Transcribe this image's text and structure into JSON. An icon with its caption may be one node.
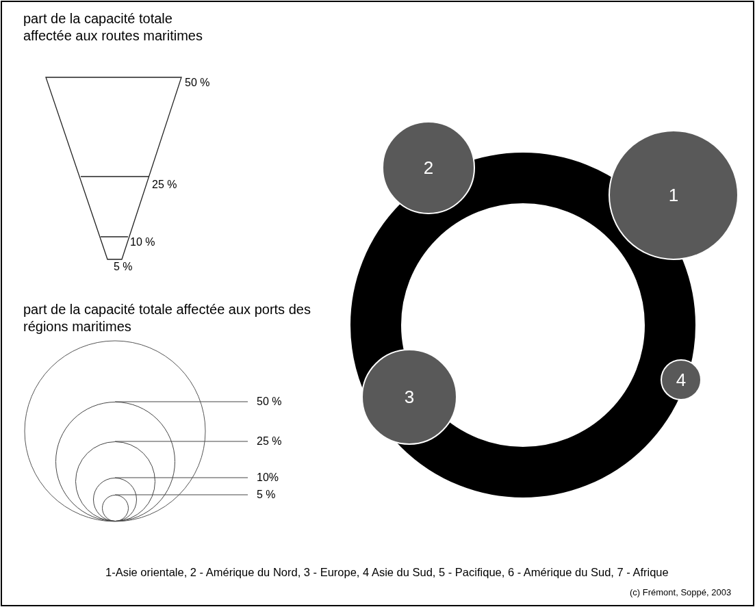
{
  "diagram": {
    "nodes": [
      {
        "text": [
          "2"
        ]
      },
      {
        "text": [
          "1"
        ]
      },
      {
        "text": [
          "4"
        ]
      },
      {
        "text": [
          "3"
        ]
      },
      {
        "text": [
          "50 %"
        ]
      },
      {
        "text": [
          "25 %"
        ]
      },
      {
        "text": [
          "10%"
        ]
      },
      {
        "text": [
          "5 %"
        ]
      },
      {
        "text": [],
        "shape": "circle"
      },
      {
        "text": [],
        "shape": "circle",
        "in": 8
      },
      {
        "text": [],
        "shape": "circle",
        "in": 9
      },
      {
        "text": [],
        "shape": "circle",
        "in": 10
      }
    ],
    "edges": [
      {
        "from": 4,
        "to": 8,
        "arrow": "none"
      },
      {
        "from": 5,
        "to": 9,
        "arrow": "none"
      },
      {
        "from": 6,
        "to": 10,
        "arrow": "none"
      },
      {
        "from": 7,
        "to": 11,
        "arrow": "none"
      }
    ],
    "labels": [
      "part de la capacité totale affectée aux routes maritimes",
      "50 %",
      "25 %",
      "10 %",
      "5 %",
      "part de la capacité totale affectée aux ports des régions maritimes",
      "1-Asie orientale, 2 - Amérique du Nord, 3 - Europe, 4 Asie du Sud, 5 - Pacifique, 6 - Amérique du Sud, 7 - Afrique",
      "(c) Frémont, Soppé, 2003"
    ]
  }
}
